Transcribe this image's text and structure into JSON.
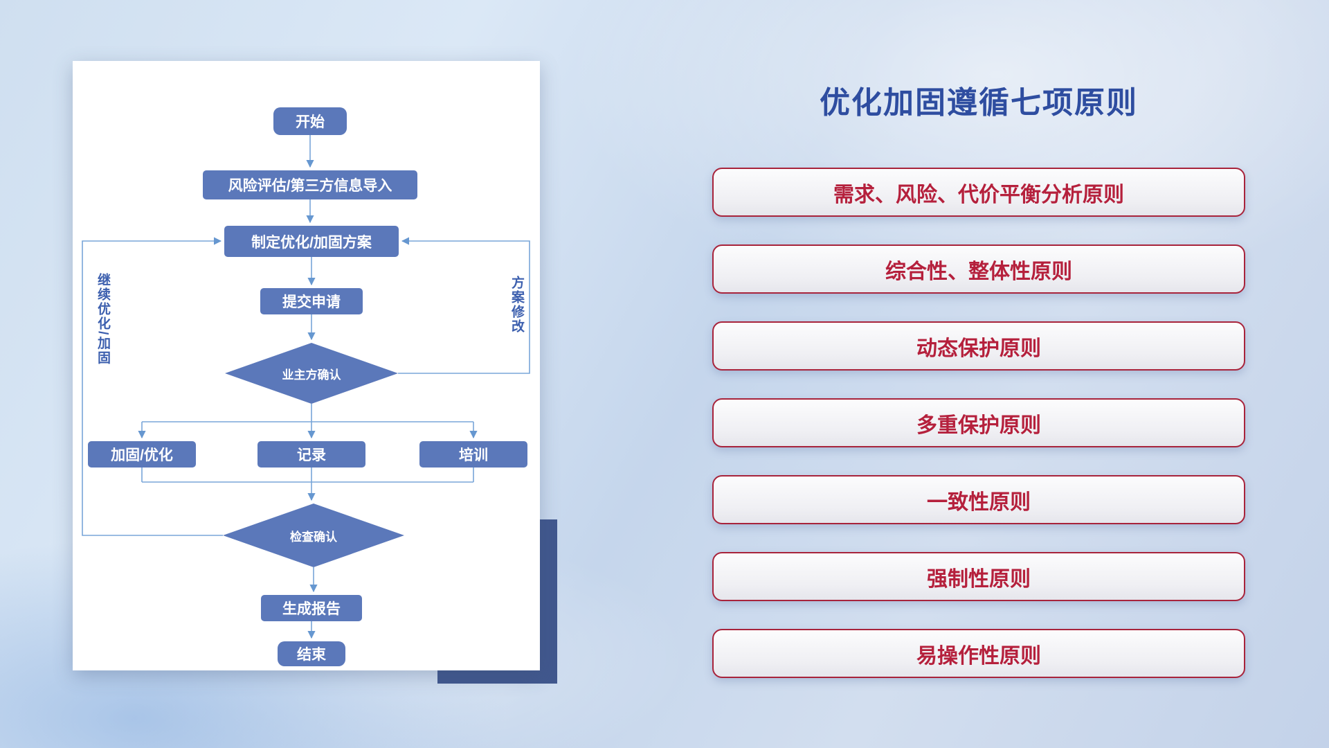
{
  "slide": {
    "title": "优化加固遵循七项原则"
  },
  "flowchart": {
    "nodes": {
      "start": "开始",
      "risk_import": "风险评估/第三方信息导入",
      "make_plan": "制定优化/加固方案",
      "submit": "提交申请",
      "owner_confirm": "业主方确认",
      "reinforce": "加固/优化",
      "record": "记录",
      "train": "培训",
      "check_confirm": "检查确认",
      "report": "生成报告",
      "end": "结束"
    },
    "edge_labels": {
      "continue_optimize": "继续优化/加固",
      "plan_modify": "方案修改"
    }
  },
  "principles": [
    "需求、风险、代价平衡分析原则",
    "综合性、整体性原则",
    "动态保护原则",
    "多重保护原则",
    "一致性原则",
    "强制性原则",
    "易操作性原则"
  ],
  "colors": {
    "node_fill": "#5b78ba",
    "connector_line": "#78a5d8",
    "accent_rect": "#41588e",
    "title_text": "#2e4da0",
    "principle_border": "#a8233b",
    "principle_text": "#b5203c",
    "edge_label_text": "#3c5fae"
  }
}
